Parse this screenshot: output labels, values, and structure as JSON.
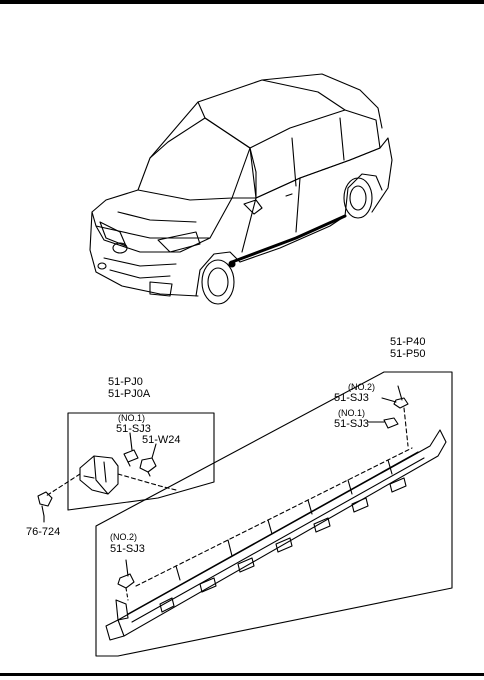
{
  "labels": {
    "main_part_top": "51-P40",
    "main_part_bottom": "51-P50",
    "bracket_part_top": "51-PJ0",
    "bracket_part_bottom": "51-PJ0A",
    "bracket_clip_no": "(NO.1)",
    "bracket_clip_code": "51-SJ3",
    "bracket_screw": "51-W24",
    "bolt_left": "76-724",
    "upper_clip2_no": "(NO.2)",
    "upper_clip2_code": "51-SJ3",
    "upper_clip1_no": "(NO.1)",
    "upper_clip1_code": "51-SJ3",
    "lower_clip2_no": "(NO.2)",
    "lower_clip2_code": "51-SJ3"
  }
}
